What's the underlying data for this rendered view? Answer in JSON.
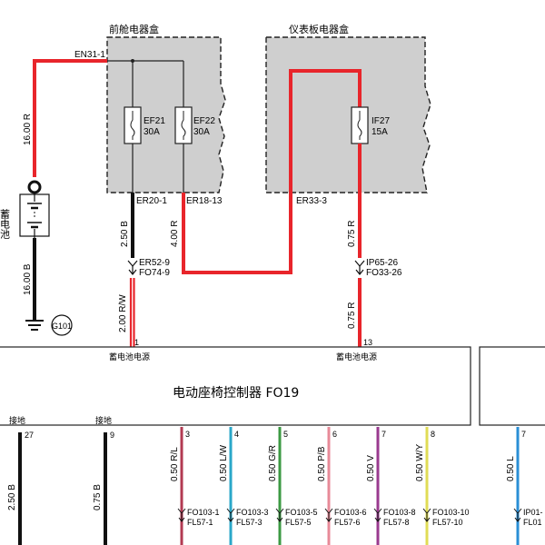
{
  "boxes": {
    "front_box_title": "前舱电器盒",
    "dash_box_title": "仪表板电器盒"
  },
  "fuses": {
    "ef21": {
      "name": "EF21",
      "rating": "30A"
    },
    "ef22": {
      "name": "EF22",
      "rating": "30A"
    },
    "if27": {
      "name": "IF27",
      "rating": "15A"
    }
  },
  "connectors": {
    "en31": "EN31-1",
    "er20": "ER20-1",
    "er18": "ER18-13",
    "er33": "ER33-3",
    "er52": "ER52-9",
    "fo74": "FO74-9",
    "ip65": "IP65-26",
    "fo33": "FO33-26"
  },
  "battery": {
    "label": "蓄电池",
    "ground": "G101"
  },
  "wires": {
    "w16r": "16.00 R",
    "w16b": "16.00 B",
    "w250b_top": "2.50 B",
    "w400r": "4.00 R",
    "w075r_top": "0.75 R",
    "w075r_bottom": "0.75 R",
    "w200rw": "2.00 R/W"
  },
  "module": {
    "title": "电动座椅控制器 FO19",
    "pin1": "1",
    "pin13": "13",
    "pin1_label": "蓄电池电源",
    "pin13_label": "蓄电池电源"
  },
  "bottom_pins": {
    "pin27": {
      "num": "27",
      "label": "接地",
      "wire": "2.50 B"
    },
    "pin9": {
      "num": "9",
      "label": "接地",
      "wire": "0.75 B"
    },
    "pin3": {
      "num": "3",
      "wire": "0.50 R/L",
      "c1": "FO103-1",
      "c2": "FL57-1"
    },
    "pin4": {
      "num": "4",
      "wire": "0.50 L/W",
      "c1": "FO103-3",
      "c2": "FL57-3"
    },
    "pin5": {
      "num": "5",
      "wire": "0.50 G/R",
      "c1": "FO103-5",
      "c2": "FL57-5"
    },
    "pin6": {
      "num": "6",
      "wire": "0.50 P/B",
      "c1": "FO103-6",
      "c2": "FL57-6"
    },
    "pin7": {
      "num": "7",
      "wire": "0.50 V",
      "c1": "FO103-8",
      "c2": "FL57-8"
    },
    "pin8": {
      "num": "8",
      "wire": "0.50 W/Y",
      "c1": "FO103-10",
      "c2": "FL57-10"
    },
    "pin7b": {
      "num": "7",
      "wire": "0.50 L",
      "c1": "IP01-",
      "c2": "FL01"
    }
  },
  "colors": {
    "red": "#e8252b",
    "black": "#111111",
    "box_gray": "#cfcfcf",
    "wire_rl": "#b23a52",
    "wire_lw": "#2aa7c9",
    "wire_gr": "#3c9a43",
    "wire_pb": "#e88a98",
    "wire_v": "#9a3a8f",
    "wire_wy": "#e0dc55",
    "wire_l": "#2a8fd6"
  }
}
